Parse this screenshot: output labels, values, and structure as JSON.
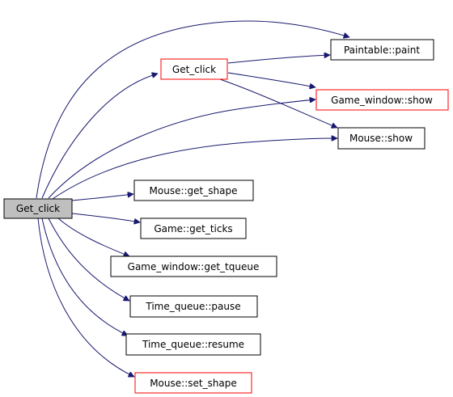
{
  "nodes": {
    "root": {
      "label": "Get_click"
    },
    "get_click_mid": {
      "label": "Get_click"
    },
    "paintable_paint": {
      "label": "Paintable::paint"
    },
    "game_window_show": {
      "label": "Game_window::show"
    },
    "mouse_show": {
      "label": "Mouse::show"
    },
    "mouse_get_shape": {
      "label": "Mouse::get_shape"
    },
    "game_get_ticks": {
      "label": "Game::get_ticks"
    },
    "game_window_get_tqueue": {
      "label": "Game_window::get_tqueue"
    },
    "time_queue_pause": {
      "label": "Time_queue::pause"
    },
    "time_queue_resume": {
      "label": "Time_queue::resume"
    },
    "mouse_set_shape": {
      "label": "Mouse::set_shape"
    }
  },
  "colors": {
    "edge": "#191970",
    "default_border": "#000000",
    "red_border": "#ff0000",
    "root_fill": "#bfbfbf"
  }
}
